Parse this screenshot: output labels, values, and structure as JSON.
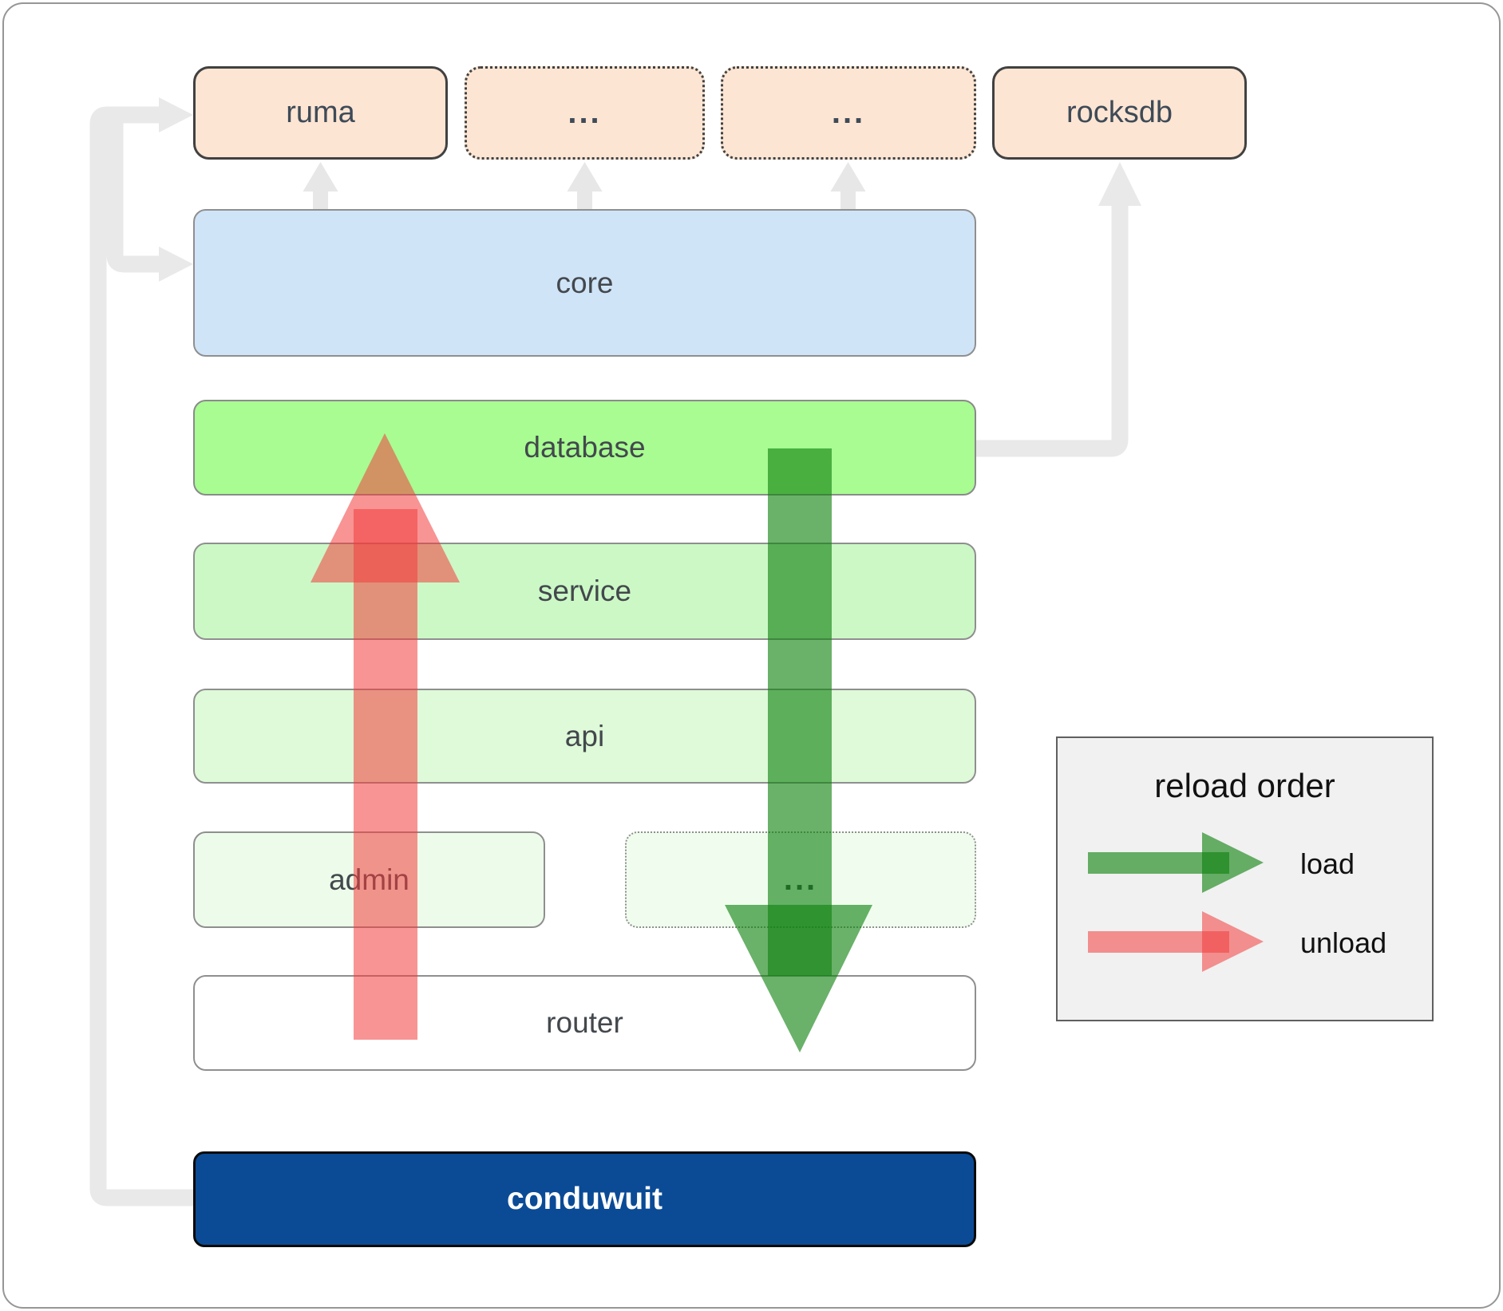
{
  "boxes": {
    "ruma": "ruma",
    "ellipsis_top_1": "...",
    "ellipsis_top_2": "...",
    "rocksdb": "rocksdb",
    "core": "core",
    "database": "database",
    "service": "service",
    "api": "api",
    "admin": "admin",
    "ellipsis_mid": "...",
    "router": "router",
    "conduwuit": "conduwuit"
  },
  "legend": {
    "title": "reload order",
    "items": [
      {
        "label": "load",
        "arrow_color": "#0f810f"
      },
      {
        "label": "unload",
        "arrow_color": "#f23d3d"
      }
    ]
  },
  "colors": {
    "page-bg": "#ffffff",
    "frame-border": "#969696",
    "peach-fill": "#fce5d3",
    "peach-border": "#414141",
    "core-fill": "#d0e4f8",
    "database-fill": "#a8fc92",
    "service-fill": "#ccf8c6",
    "api-fill": "#defad8",
    "admin-fill": "#edfcea",
    "dotted-fill": "#f0fdee",
    "box-border": "#8f8f8f",
    "router-fill": "#ffffff",
    "conduwuit-fill": "#0b4b96",
    "conduwuit-border": "#0a0a0a",
    "connector-gray": "#e9e9e9",
    "load-green": "#0f810f",
    "unload-red": "#f23d3d",
    "legend-bg": "#f1f1f1",
    "legend-border": "#5f5f5f",
    "label-dark": "#43484d",
    "top-label": "#3e4a57"
  }
}
